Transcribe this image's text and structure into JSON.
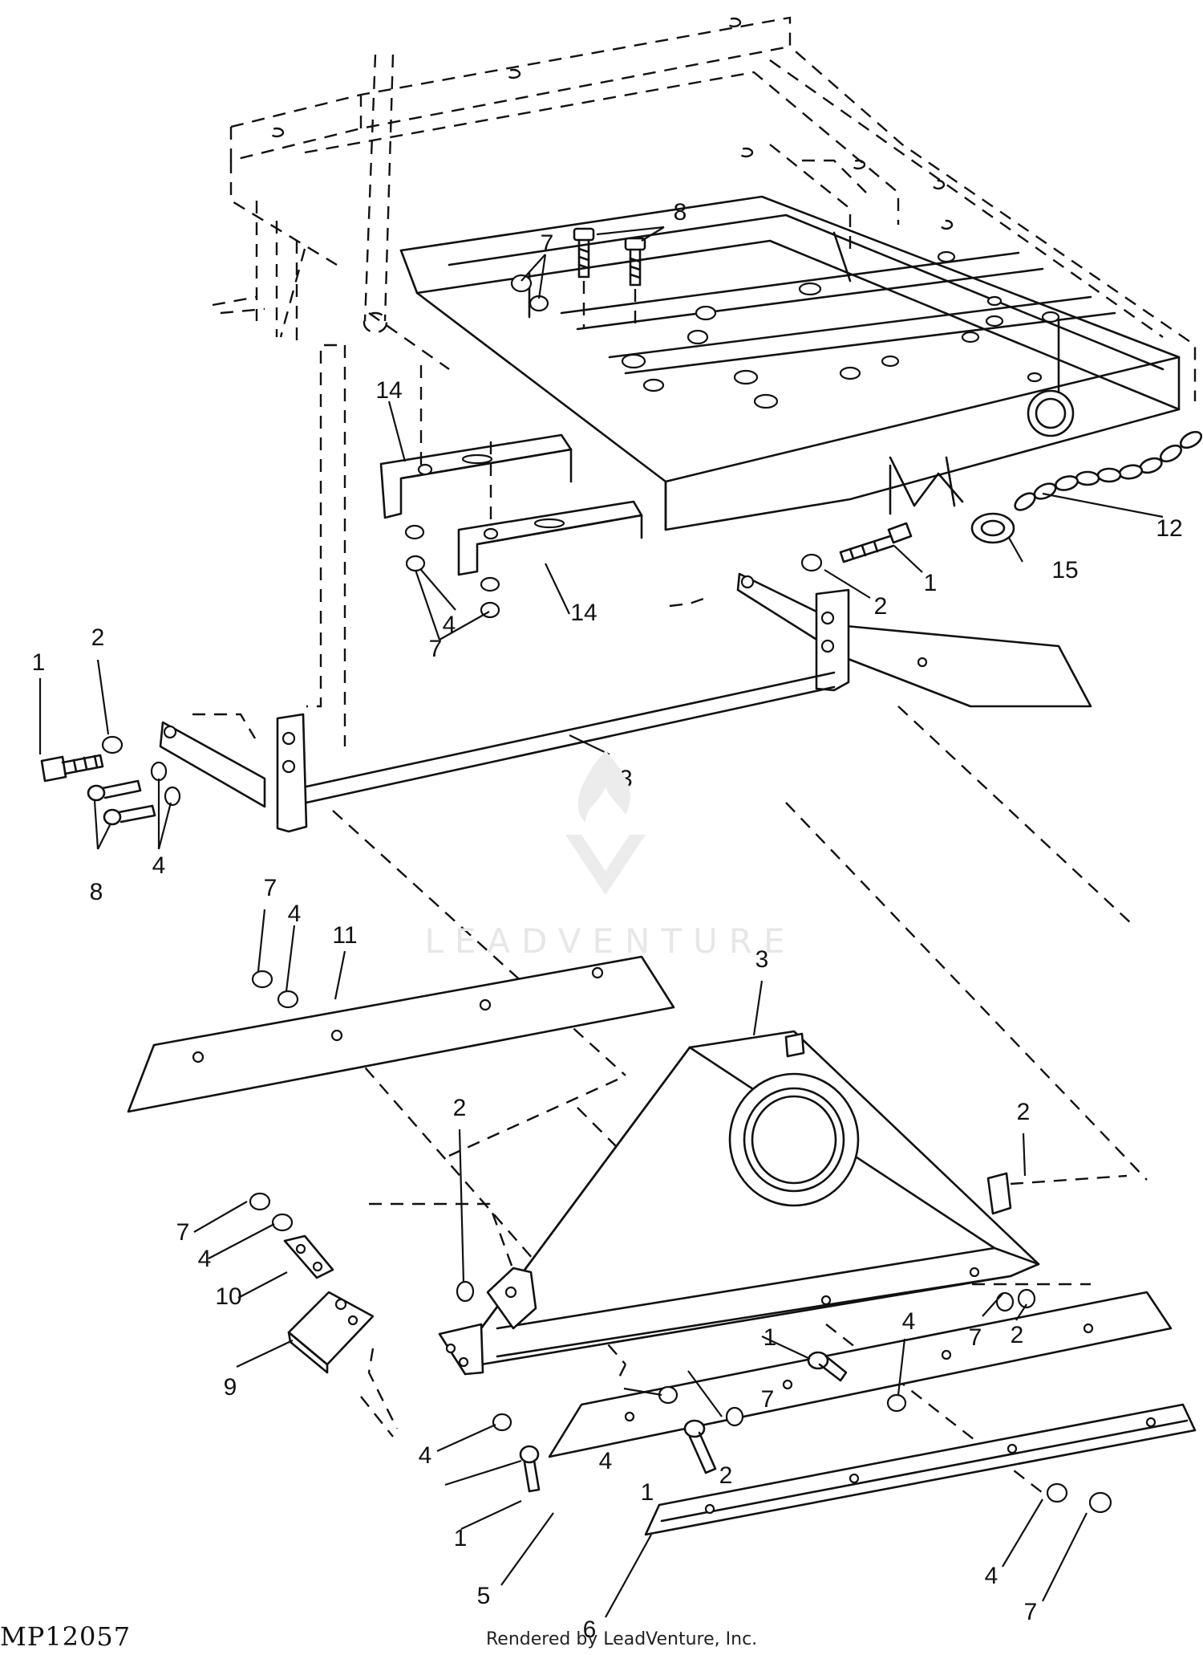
{
  "diagram": {
    "drawing_code": "MP12057",
    "credit": "Rendered by LeadVenture, Inc.",
    "watermark": "LEADVENTURE",
    "callouts": [
      {
        "id": "c1a",
        "text": "1"
      },
      {
        "id": "c1b",
        "text": "1"
      },
      {
        "id": "c1c",
        "text": "1"
      },
      {
        "id": "c1d",
        "text": "1"
      },
      {
        "id": "c1e",
        "text": "1"
      },
      {
        "id": "c2a",
        "text": "2"
      },
      {
        "id": "c2b",
        "text": "2"
      },
      {
        "id": "c2c",
        "text": "2"
      },
      {
        "id": "c2d",
        "text": "2"
      },
      {
        "id": "c2e",
        "text": "2"
      },
      {
        "id": "c2f",
        "text": "2"
      },
      {
        "id": "c3",
        "text": "3"
      },
      {
        "id": "c4a",
        "text": "4"
      },
      {
        "id": "c4b",
        "text": "4"
      },
      {
        "id": "c4c",
        "text": "4"
      },
      {
        "id": "c4d",
        "text": "4"
      },
      {
        "id": "c4e",
        "text": "4"
      },
      {
        "id": "c4f",
        "text": "4"
      },
      {
        "id": "c4g",
        "text": "4"
      },
      {
        "id": "c4h",
        "text": "4"
      },
      {
        "id": "c5",
        "text": "5"
      },
      {
        "id": "c6",
        "text": "6"
      },
      {
        "id": "c7a",
        "text": "7"
      },
      {
        "id": "c7b",
        "text": "7"
      },
      {
        "id": "c7c",
        "text": "7"
      },
      {
        "id": "c7d",
        "text": "7"
      },
      {
        "id": "c7e",
        "text": "7"
      },
      {
        "id": "c7f",
        "text": "7"
      },
      {
        "id": "c7g",
        "text": "7"
      },
      {
        "id": "c8a",
        "text": "8"
      },
      {
        "id": "c8b",
        "text": "8"
      },
      {
        "id": "c9",
        "text": "9"
      },
      {
        "id": "c10",
        "text": "10"
      },
      {
        "id": "c11",
        "text": "11"
      },
      {
        "id": "c12",
        "text": "12"
      },
      {
        "id": "c13",
        "text": "13"
      },
      {
        "id": "c14a",
        "text": "14"
      },
      {
        "id": "c14b",
        "text": "14"
      },
      {
        "id": "c15",
        "text": "15"
      }
    ]
  }
}
